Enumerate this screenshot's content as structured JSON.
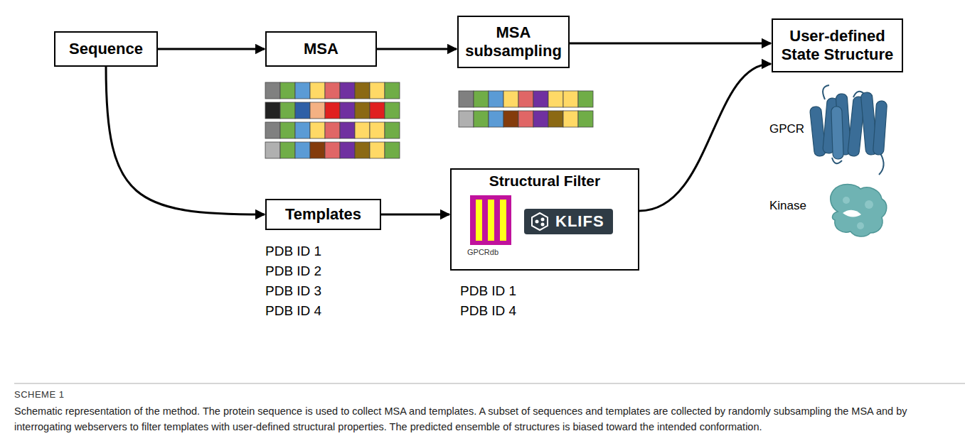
{
  "diagram": {
    "title": "SCHEME 1",
    "caption": "Schematic representation of the method. The protein sequence is used to collect MSA and templates. A subset of sequences and templates are collected by randomly subsampling the MSA and by interrogating webservers to filter templates with user-defined structural properties. The predicted ensemble of structures is biased toward the intended conformation.",
    "nodes": [
      {
        "text": [
          "Sequence"
        ]
      },
      {
        "text": [
          "MSA"
        ]
      },
      {
        "text": [
          "MSA subsampling"
        ]
      },
      {
        "text": [
          "User-defined State Structure"
        ]
      },
      {
        "text": [
          "Templates"
        ]
      },
      {
        "text": [
          "Structural Filter",
          "GPCRdb",
          "KLIFS"
        ]
      }
    ],
    "edges": [
      {
        "from": 0,
        "to": 1,
        "arrow": "to"
      },
      {
        "from": 1,
        "to": 2,
        "arrow": "to"
      },
      {
        "from": 2,
        "to": 3,
        "arrow": "to"
      },
      {
        "from": 0,
        "to": 4,
        "arrow": "to"
      },
      {
        "from": 4,
        "to": 5,
        "arrow": "to"
      },
      {
        "from": 5,
        "to": 3,
        "arrow": "to"
      }
    ],
    "labels": [
      "PDB ID 1",
      "PDB ID 2",
      "PDB ID 3",
      "PDB ID 4",
      "PDB ID 1",
      "PDB ID 4",
      "GPCR",
      "Kinase"
    ]
  }
}
